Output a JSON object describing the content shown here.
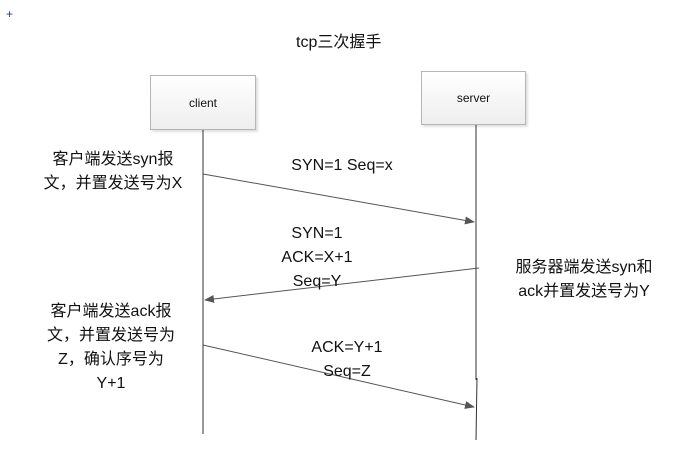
{
  "diagram": {
    "corner_mark": "+",
    "title": "tcp三次握手",
    "actors": {
      "client": "client",
      "server": "server"
    },
    "notes": {
      "client_step1": [
        "客户端发送syn报",
        "文，并置发送号为X"
      ],
      "server_step2": [
        "服务器端发送syn和",
        "ack并置发送号为Y"
      ],
      "client_step3": [
        "客户端发送ack报",
        "文，并置发送号为",
        "Z，确认序号为",
        "Y+1"
      ]
    },
    "messages": {
      "syn": [
        "SYN=1 Seq=x"
      ],
      "syn_ack": [
        "SYN=1",
        "ACK=X+1",
        "Seq=Y"
      ],
      "ack": [
        "ACK=Y+1",
        "Seq=Z"
      ]
    },
    "colors": {
      "line": "#333333",
      "arrow": "#555555",
      "box_border": "#b5b5b5"
    }
  }
}
